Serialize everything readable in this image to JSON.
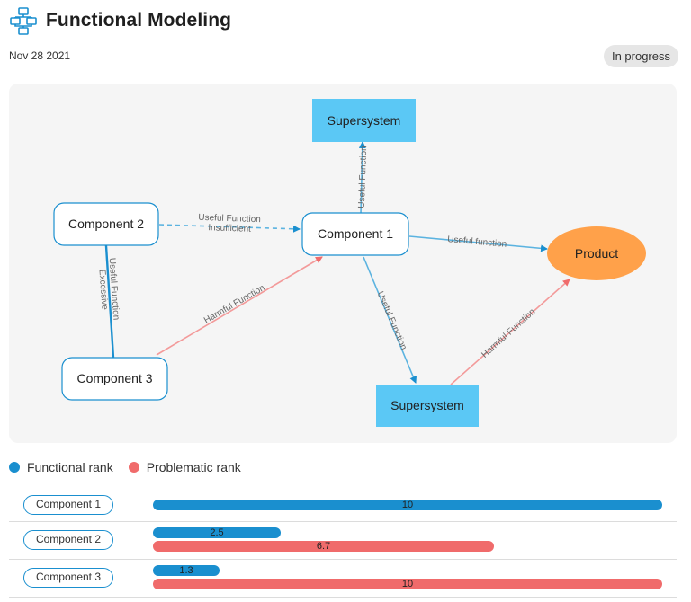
{
  "header": {
    "title": "Functional Modeling",
    "icon": "flowchart-icon"
  },
  "date": "Nov 28 2021",
  "status": "In progress",
  "colors": {
    "functional": "#1a8fcf",
    "problematic": "#f06b6b",
    "supersystem": "#5bc8f5",
    "product": "#ffa14a"
  },
  "diagram": {
    "nodes": {
      "supersystem_top": "Supersystem",
      "component1": "Component 1",
      "component2": "Component 2",
      "component3": "Component 3",
      "product": "Product",
      "supersystem_bottom": "Supersystem"
    },
    "edges": {
      "c1_to_super_top": "Useful Function",
      "c2_to_c1_line1": "Useful Function",
      "c2_to_c1_line2": "Insufficient",
      "c1_to_product": "Useful function",
      "c3_to_c2_line1": "Useful Function",
      "c3_to_c2_line2": "Excessive",
      "c3_to_c1": "Harmful Function",
      "c1_to_super_bottom": "Useful Function",
      "super_bottom_to_product": "Harmful Function"
    }
  },
  "legend": {
    "functional": "Functional rank",
    "problematic": "Problematic rank"
  },
  "ranks": [
    {
      "component": "Component 1",
      "functional": 10,
      "functional_label": "10",
      "problematic": null,
      "problematic_label": ""
    },
    {
      "component": "Component 2",
      "functional": 2.5,
      "functional_label": "2.5",
      "problematic": 6.7,
      "problematic_label": "6.7"
    },
    {
      "component": "Component 3",
      "functional": 1.3,
      "functional_label": "1.3",
      "problematic": 10,
      "problematic_label": "10"
    }
  ],
  "rank_max": 10
}
